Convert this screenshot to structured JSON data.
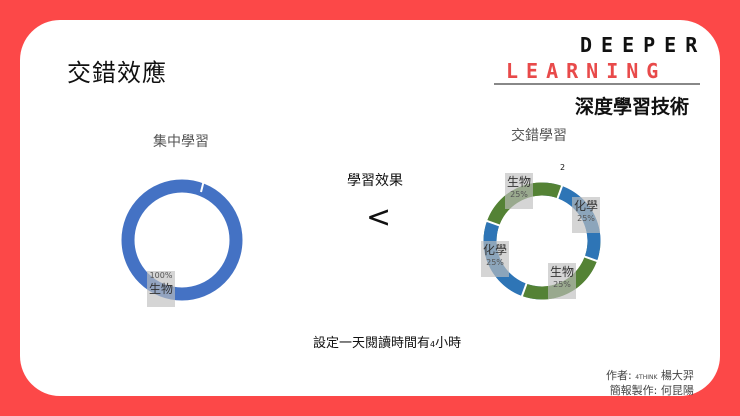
{
  "slide": {
    "title": "交錯效應",
    "logo": {
      "line1": "DEEPER",
      "line2": "LEARNING",
      "subtitle": "深度學習技術"
    },
    "center_label": "學習效果",
    "comparison_symbol": "<",
    "caption_pre": "設定一天閱讀時間有",
    "caption_num": "4",
    "caption_post": "小時",
    "credits": {
      "author_label": "作者:",
      "author_org": "4THINK",
      "author_name": "楊大羿",
      "producer_label": "簡報製作:",
      "producer_name": "何昆陽"
    },
    "colors": {
      "background": "#fc4848",
      "blue": "#4472c4",
      "blue2": "#2e75b6",
      "green": "#548235",
      "logo_red": "#e84a4a"
    }
  },
  "chart_data": [
    {
      "type": "pie",
      "variant": "donut",
      "title": "集中學習",
      "categories": [
        "生物"
      ],
      "values": [
        100
      ],
      "labels": [
        "100%"
      ],
      "colors": [
        "#4472c4"
      ]
    },
    {
      "type": "pie",
      "variant": "donut",
      "title": "交錯學習",
      "categories": [
        "化學",
        "生物",
        "化學",
        "生物"
      ],
      "values": [
        25,
        25,
        25,
        25
      ],
      "labels": [
        "25%",
        "25%",
        "25%",
        "25%"
      ],
      "colors": [
        "#2e75b6",
        "#548235",
        "#2e75b6",
        "#548235"
      ],
      "annotation": "2"
    }
  ]
}
